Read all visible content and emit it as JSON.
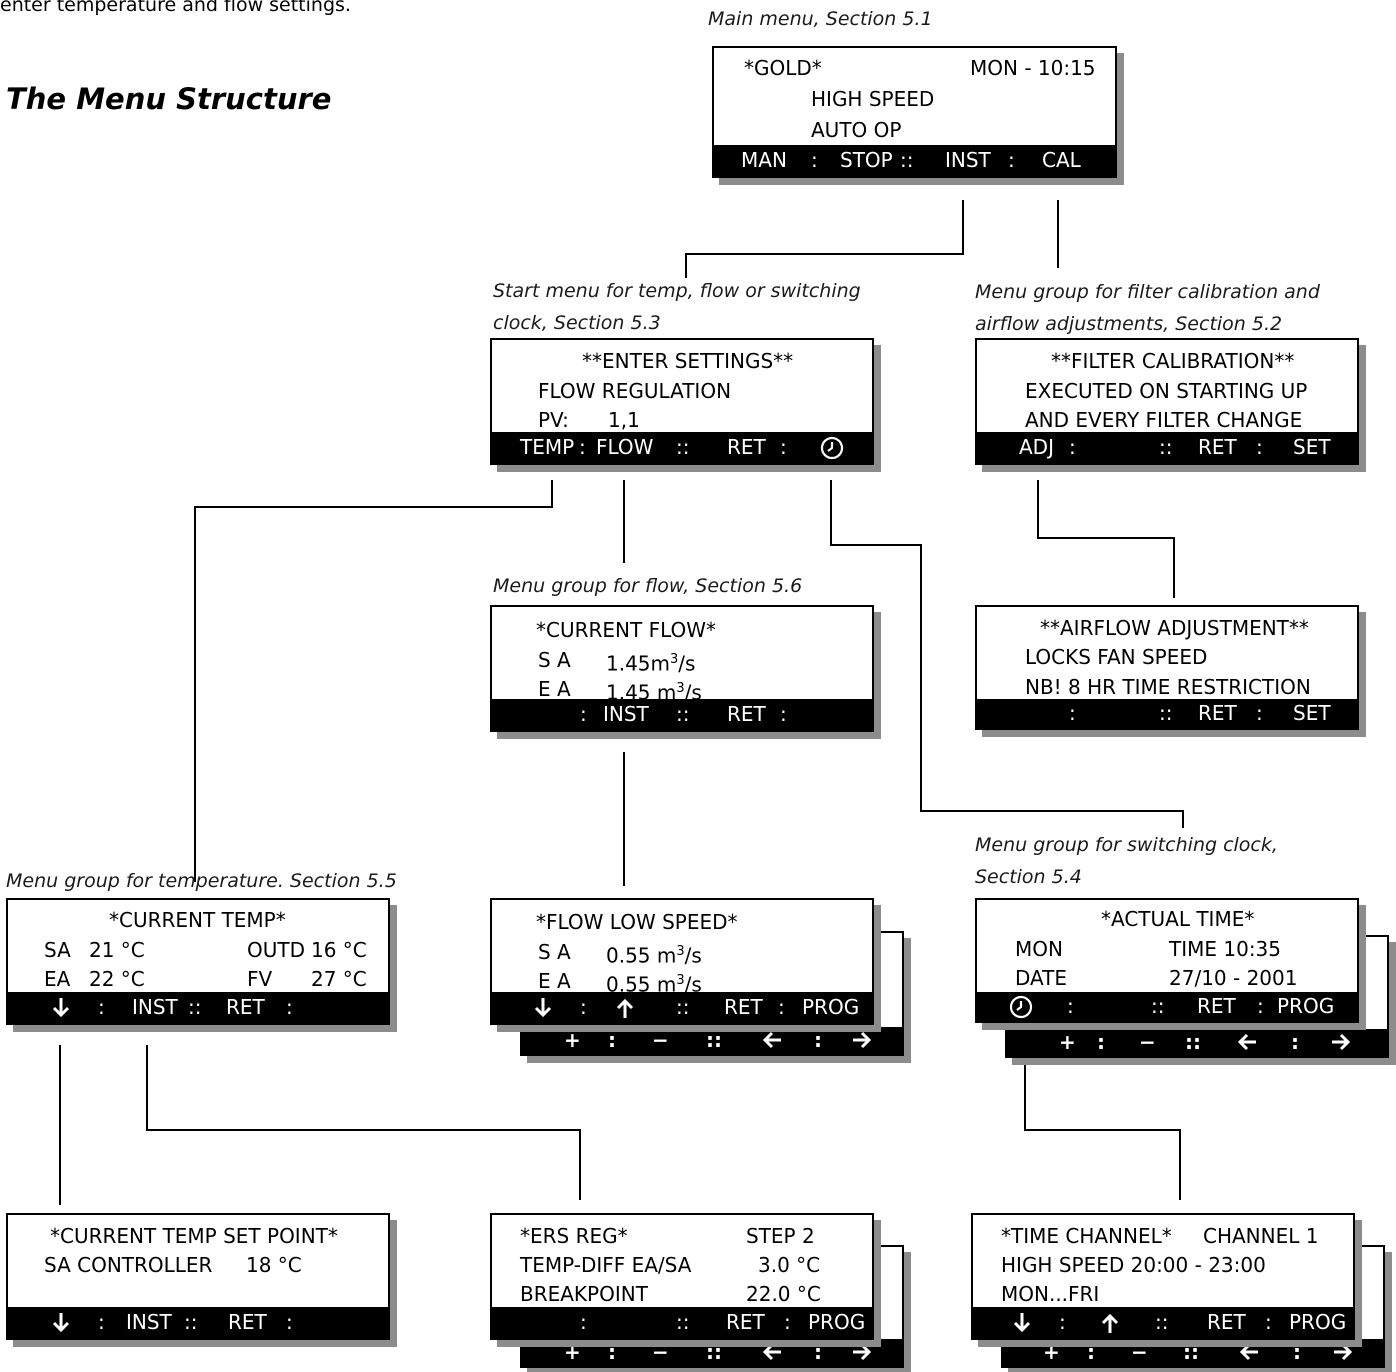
{
  "top_partial_text": "enter temperature and flow settings.",
  "heading": "The Menu Structure",
  "captions": {
    "main": "Main menu, Section  5.1",
    "start_line1": "Start menu for temp, flow or switching",
    "start_line2": "clock, Section 5.3",
    "filter_line1": "Menu group for filter calibration and",
    "filter_line2": "airflow adjustments, Section 5.2",
    "flow": "Menu group for flow, Section 5.6",
    "clock_line1": "Menu group for switching clock,",
    "clock_line2": "Section 5.4",
    "temp": "Menu group for temperature. Section 5.5"
  },
  "main_menu": {
    "title": "*GOLD*",
    "datetime": "MON - 10:15",
    "line2": "HIGH SPEED",
    "line3": "AUTO OP",
    "bar": {
      "b1": "MAN",
      "s1": ":",
      "b2": "STOP",
      "s2": "::",
      "b3": "INST",
      "s3": ":",
      "b4": "CAL"
    }
  },
  "enter_settings": {
    "title": "**ENTER SETTINGS**",
    "line2": "FLOW REGULATION",
    "pv_label": "PV:",
    "pv_value": "1,1",
    "bar": {
      "b1": "TEMP",
      "s1": ":",
      "b2": "FLOW",
      "s2": "::",
      "b3": "RET",
      "s3": ":",
      "icon": "clock-icon"
    }
  },
  "filter_calibration": {
    "title": "**FILTER CALIBRATION**",
    "line2": "EXECUTED ON STARTING UP",
    "line3": "AND EVERY FILTER CHANGE",
    "bar": {
      "b1": "ADJ",
      "s1": ":",
      "s2": "::",
      "b3": "RET",
      "s3": ":",
      "b4": "SET"
    }
  },
  "airflow_adjustment": {
    "title": "**AIRFLOW ADJUSTMENT**",
    "line2": "LOCKS FAN SPEED",
    "line3": "NB! 8 HR TIME RESTRICTION",
    "bar": {
      "s1": ":",
      "s2": "::",
      "b3": "RET",
      "s3": ":",
      "b4": "SET"
    }
  },
  "current_flow": {
    "title": "*CURRENT FLOW*",
    "sa_label": "S A",
    "sa_value": "1.45m",
    "sa_unit": "/s",
    "ea_label": "E A",
    "ea_value": "1.45 m",
    "ea_unit": "/s",
    "exp": "3",
    "bar": {
      "s1": ":",
      "b2": "INST",
      "s2": "::",
      "b3": "RET",
      "s3": ":"
    }
  },
  "current_temp": {
    "title": "*CURRENT TEMP*",
    "sa_label": "SA",
    "sa_value": "21 °C",
    "outd_label": "OUTD",
    "outd_value": "16 °C",
    "ea_label": "EA",
    "ea_value": "22 °C",
    "fv_label": "FV",
    "fv_value": "27 °C",
    "bar": {
      "icon": "down-arrow-icon",
      "s1": ":",
      "b2": "INST",
      "s2": "::",
      "b3": "RET",
      "s3": ":"
    }
  },
  "flow_low_speed": {
    "title": "*FLOW LOW SPEED*",
    "sa_label": "S A",
    "sa_value": "0.55 m",
    "sa_unit": "/s",
    "ea_label": "E A",
    "ea_value": "0.55 m",
    "ea_unit": "/s",
    "exp": "3",
    "bar": {
      "icon1": "down-arrow-icon",
      "s1": ":",
      "icon2": "up-arrow-icon",
      "s2": "::",
      "b3": "RET",
      "s3": ":",
      "b4": "PROG"
    },
    "back_bar": {
      "plus": "+",
      "c1": ":",
      "minus": "−",
      "c2": "::",
      "left": "left-arrow-icon",
      "c3": ":",
      "right": "right-arrow-icon"
    }
  },
  "actual_time": {
    "title": "*ACTUAL TIME*",
    "day": "MON",
    "time": "TIME 10:35",
    "date_label": "DATE",
    "date_value": "27/10 - 2001",
    "bar": {
      "icon": "clock-icon",
      "s1": ":",
      "s2": "::",
      "b3": "RET",
      "s3": ":",
      "b4": "PROG"
    },
    "back_bar": {
      "plus": "+",
      "c1": ":",
      "minus": "−",
      "c2": "::",
      "left": "left-arrow-icon",
      "c3": ":",
      "right": "right-arrow-icon"
    }
  },
  "temp_set_point": {
    "title": "*CURRENT TEMP SET POINT*",
    "line2_label": "SA CONTROLLER",
    "line2_value": "18 °C",
    "bar": {
      "icon": "down-arrow-icon",
      "s1": ":",
      "b2": "INST",
      "s2": "::",
      "b3": "RET",
      "s3": ":"
    }
  },
  "ers_reg": {
    "title": "*ERS REG*",
    "step": "STEP 2",
    "line2_label": "TEMP-DIFF EA/SA",
    "line2_value": "3.0 °C",
    "line3_label": "BREAKPOINT",
    "line3_value": "22.0 °C",
    "bar": {
      "s1": ":",
      "s2": "::",
      "b3": "RET",
      "s3": ":",
      "b4": "PROG"
    },
    "back_bar": {
      "plus": "+",
      "c1": ":",
      "minus": "−",
      "c2": "::",
      "left": "left-arrow-icon",
      "c3": ":",
      "right": "right-arrow-icon"
    }
  },
  "time_channel": {
    "title": "*TIME CHANNEL*",
    "channel": "CHANNEL 1",
    "line2": "HIGH SPEED 20:00 - 23:00",
    "line3": "MON...FRI",
    "bar": {
      "icon1": "down-arrow-icon",
      "s1": ":",
      "icon2": "up-arrow-icon",
      "s2": "::",
      "b3": "RET",
      "s3": ":",
      "b4": "PROG"
    },
    "back_bar": {
      "plus": "+",
      "c1": ":",
      "minus": "−",
      "c2": "::",
      "left": "left-arrow-icon",
      "c3": ":",
      "right": "right-arrow-icon"
    }
  }
}
